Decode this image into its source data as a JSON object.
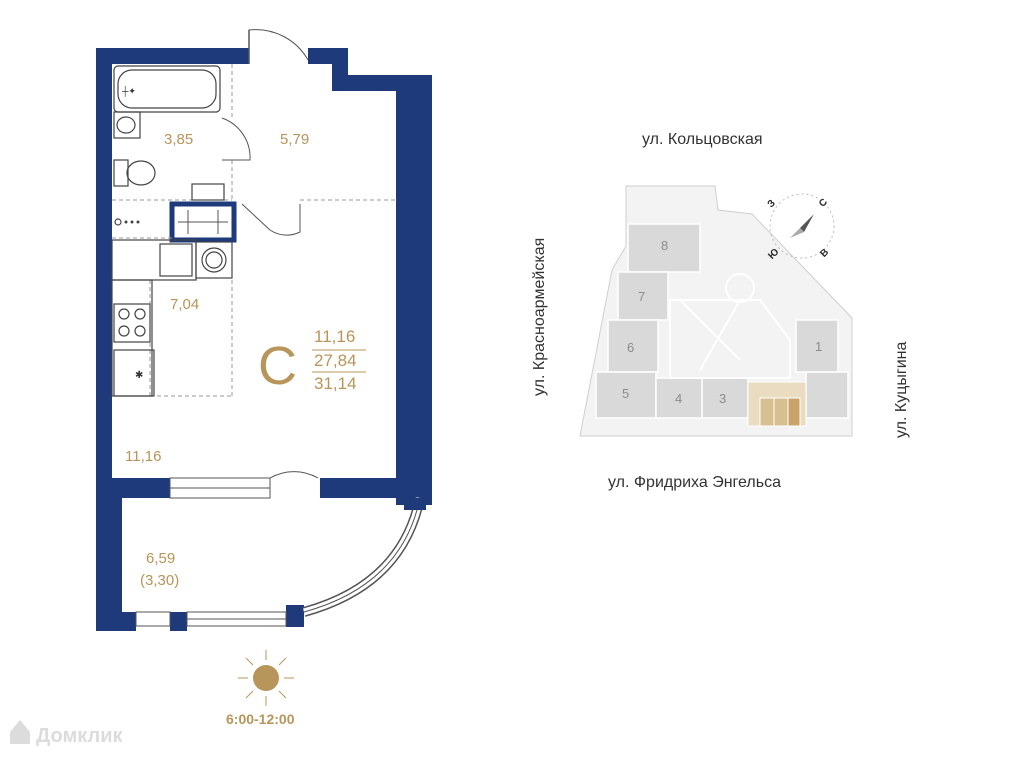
{
  "plan": {
    "rooms": {
      "bathroom": "3,85",
      "hall": "5,79",
      "kitchen": "7,04",
      "living": "11,16",
      "balcony": "6,59",
      "balcony_reduced": "(3,30)"
    },
    "type": {
      "letter": "С",
      "living_area": "11,16",
      "total_area": "27,84",
      "total_with_balcony": "31,14"
    }
  },
  "site": {
    "streets": {
      "top": "ул. Кольцовская",
      "left": "ул. Красноармейская",
      "right": "ул. Куцыгина",
      "bottom": "ул. Фридриха Энгельса"
    },
    "buildings": [
      "8",
      "7",
      "6",
      "5",
      "4",
      "3",
      "1"
    ],
    "compass": {
      "north": "С",
      "south": "Ю",
      "east": "В",
      "west": "З"
    }
  },
  "sun": {
    "time": "6:00-12:00"
  },
  "watermark": "Домклик",
  "colors": {
    "wall": "#1e3a7a",
    "accent": "#b8955a",
    "highlight": "#c9a46a"
  }
}
